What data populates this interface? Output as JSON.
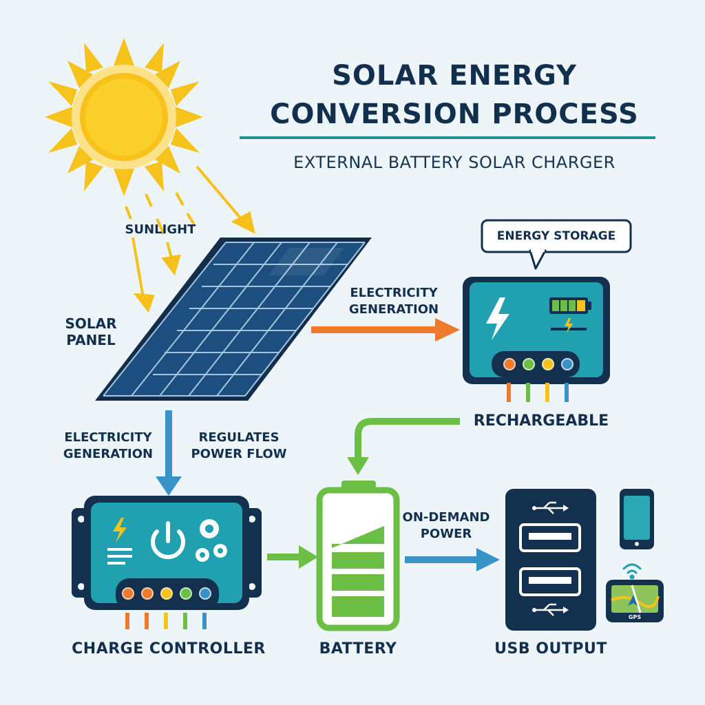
{
  "title": {
    "line1": "SOLAR ENERGY",
    "line2": "CONVERSION PROCESS"
  },
  "subtitle": "EXTERNAL BATTERY SOLAR CHARGER",
  "labels": {
    "sunlight": "SUNLIGHT",
    "solar_panel_1": "SOLAR",
    "solar_panel_2": "PANEL",
    "elec_gen_top_1": "ELECTRICITY",
    "elec_gen_top_2": "GENERATION",
    "elec_gen_left_1": "ELECTRICITY",
    "elec_gen_left_2": "GENERATION",
    "regulates_1": "REGULATES",
    "regulates_2": "POWER FLOW",
    "energy_storage": "ENERGY STORAGE",
    "rechargeable": "RECHARGEABLE",
    "on_demand_1": "ON-DEMAND",
    "on_demand_2": "POWER",
    "gps": "GPS"
  },
  "captions": {
    "charge_controller": "CHARGE CONTROLLER",
    "battery": "BATTERY",
    "usb_output": "USB OUTPUT"
  },
  "colors": {
    "navy": "#0f2a44",
    "teal": "#1e9aa8",
    "sun": "#f7c21a",
    "orange": "#ef7a2e",
    "green": "#6bbf45",
    "blue": "#3a93c8"
  }
}
